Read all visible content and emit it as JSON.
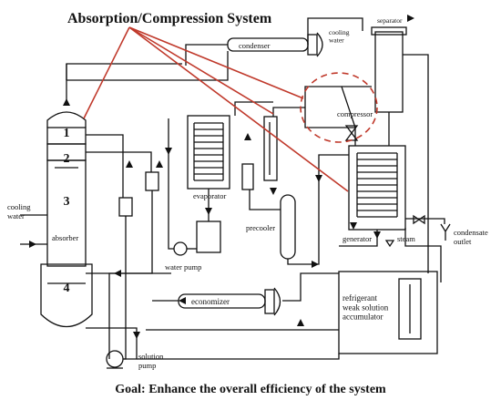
{
  "title": "Absorption/Compression System",
  "goal": "Goal: Enhance the overall efficiency of the system",
  "absorber_sections": [
    "1",
    "2",
    "3",
    "4"
  ],
  "labels": {
    "condenser": "condenser",
    "cooling_water_top": "cooling\nwater",
    "separator": "separator",
    "compressor": "compressor",
    "evaporator": "evaporator",
    "water_pump": "water pump",
    "precooler": "precooler",
    "generator": "generator",
    "steam": "steam",
    "condensate_outlet": "condensate\noutlet",
    "cooling_water_left": "cooling\nwater",
    "absorber": "absorber",
    "economizer": "economizer",
    "accumulator": "refrigerant\nweak solution\naccumulator",
    "solution_pump": "solution\npump"
  },
  "colors": {
    "title": "#111111",
    "goal": "#2b3aa8",
    "highlight": "#c0392b",
    "line": "#111111"
  }
}
